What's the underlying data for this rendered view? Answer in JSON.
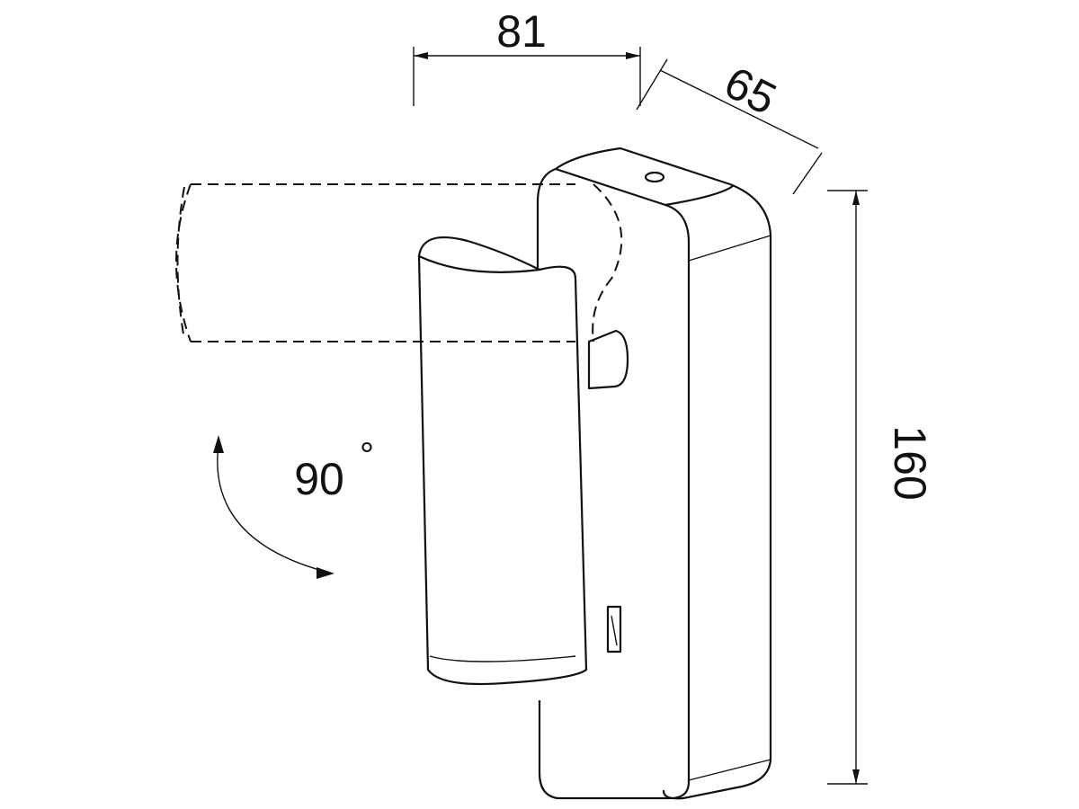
{
  "dimensions": {
    "width_label": "81",
    "depth_label": "65",
    "height_label": "160"
  },
  "rotation": {
    "angle_label": "90",
    "degree_symbol": "°"
  }
}
